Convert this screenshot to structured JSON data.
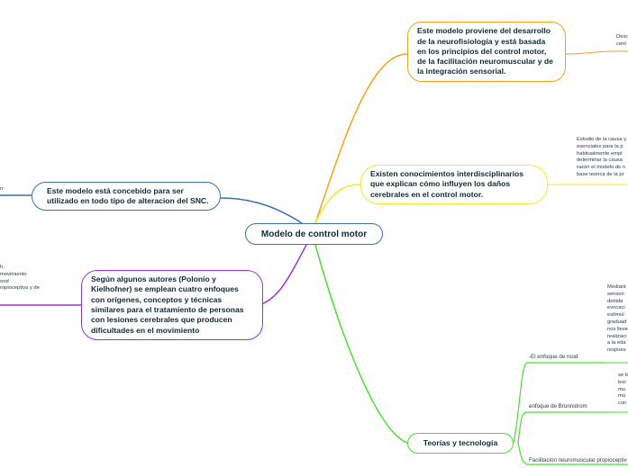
{
  "root": {
    "label": "Modelo de control motor"
  },
  "nodes": {
    "origen": "Este modelo proviene del desarrollo de la neurofisiología y está basada en los principios del control motor, de la facilitación neuromuscular y de la integración sensorial.",
    "conocimientos": "Existen conocimientos interdisciplinarios que explican cómo influyen los daños cerebrales en el control motor.",
    "concebido": "Este modelo está concebido para ser utilizado en todo tipo de alteracion del SNC.",
    "autores": "Según algunos autores (Polonio y Kielhofner) se emplean cuatro enfoques con orígenes, conceptos y técnicas similares para el tratamiento de personas con lesiones cerebrales que producen dificultades en el movimiento",
    "teorias": "Teorías y tecnología"
  },
  "fragments": {
    "desc_origen": "Desc\ncent",
    "estudio": "Estudio de la causa y\nesenciales para la p\nhabitualmente empl\ndeterminar la causa\nrazón el modelo de n\nbase teórica de la pr",
    "left_concebido": "n:",
    "left_autores": "h,\nmovimiento\nood\nropioceptiva y de",
    "mediante": "Mediant\nsensori\ndebida\nevocaci\nestímul\ngraduad\nnos lleve\nrealizaci\na la eda\nrespues",
    "brunnstrom_desc": "se b\nlesi\nmu\nmú\ncon"
  },
  "leaves": {
    "rood": "-El enfoque de rood",
    "brunnstrom": "enfoque de Brunnstrom",
    "facilitacion": "Facilitación neuromuscular propioceptiv"
  },
  "colors": {
    "root": "#3b6fb0",
    "origen": "#f5a11c",
    "conocimientos": "#f0ea2a",
    "concebido": "#3b6fb0",
    "autores": "#9b30e0",
    "teorias": "#46e02c"
  }
}
